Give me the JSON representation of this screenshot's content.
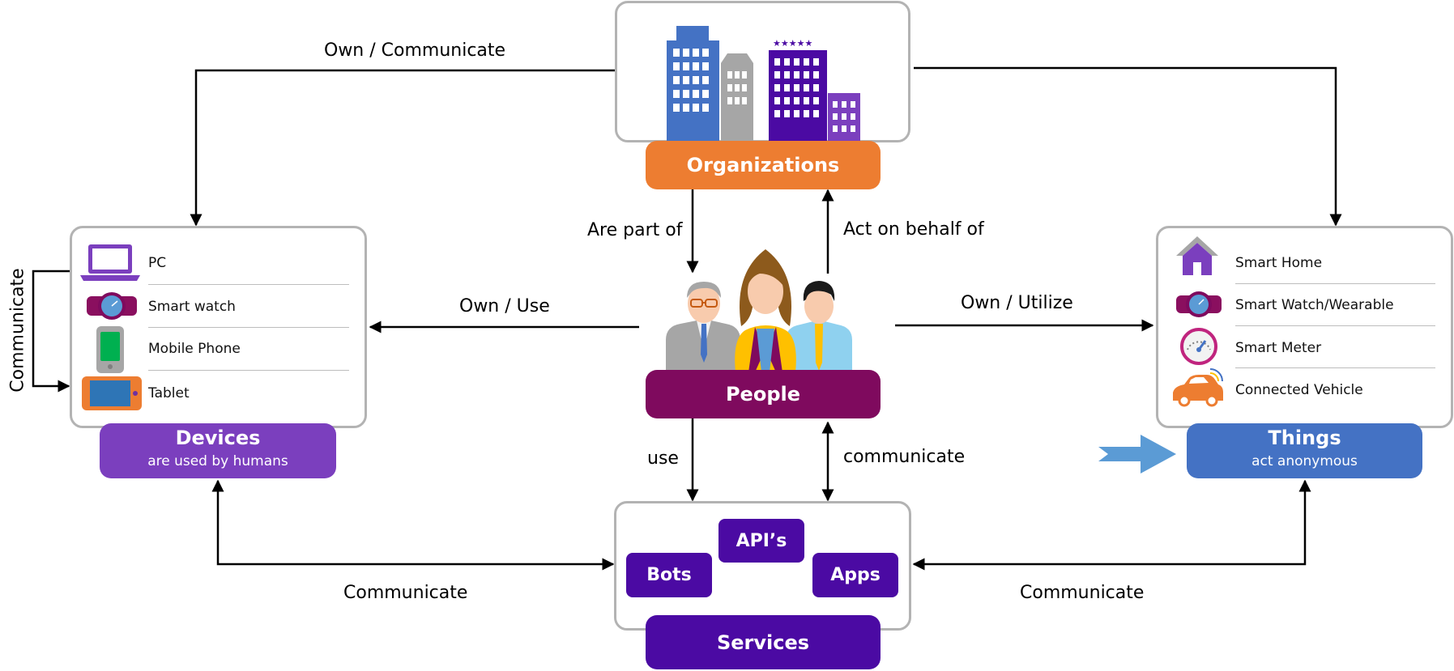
{
  "nodes": {
    "organizations": {
      "label": "Organizations"
    },
    "people": {
      "label": "People"
    },
    "devices": {
      "label": "Devices",
      "sublabel": "are used by humans",
      "items": [
        "PC",
        "Smart watch",
        "Mobile Phone",
        "Tablet"
      ]
    },
    "things": {
      "label": "Things",
      "sublabel": "act anonymous",
      "items": [
        "Smart Home",
        "Smart Watch/Wearable",
        "Smart Meter",
        "Connected Vehicle"
      ]
    },
    "services": {
      "label": "Services",
      "items": [
        "API’s",
        "Bots",
        "Apps"
      ]
    }
  },
  "edges": [
    {
      "from": "organizations",
      "to": "devices",
      "label": "Own / Communicate"
    },
    {
      "from": "organizations",
      "to": "things",
      "label": ""
    },
    {
      "from": "organizations",
      "to": "people",
      "label": "Are part of"
    },
    {
      "from": "people",
      "to": "organizations",
      "label": "Act on behalf of"
    },
    {
      "from": "people",
      "to": "devices",
      "label": "Own / Use"
    },
    {
      "from": "people",
      "to": "things",
      "label": "Own / Utilize"
    },
    {
      "from": "people",
      "to": "services",
      "label": "use"
    },
    {
      "from": "people",
      "to": "services",
      "label": "communicate",
      "bidirectional": true
    },
    {
      "from": "devices",
      "to": "services",
      "label": "Communicate",
      "bidirectional": true
    },
    {
      "from": "things",
      "to": "services",
      "label": "Communicate",
      "bidirectional": true
    },
    {
      "from": "devices",
      "to": "devices",
      "label": "Communicate"
    }
  ],
  "colors": {
    "organizations": "#ed7d31",
    "people": "#7f0a5e",
    "devices": "#7b3fbe",
    "things": "#4472c4",
    "services": "#4b0aa3",
    "box_border": "#b3b3b3",
    "arrow": "#000000",
    "highlight_arrow": "#5b9bd5"
  },
  "icons": [
    "office-buildings-icon",
    "people-group-icon",
    "laptop-icon",
    "smartwatch-icon",
    "mobile-phone-icon",
    "tablet-icon",
    "smart-home-icon",
    "smart-meter-icon",
    "connected-car-icon"
  ]
}
